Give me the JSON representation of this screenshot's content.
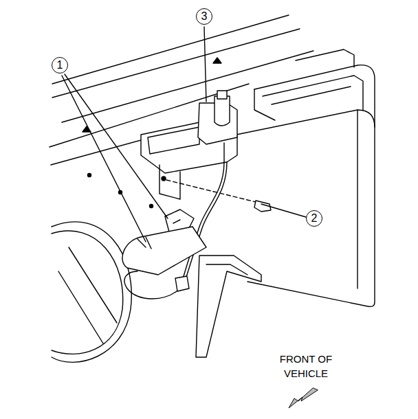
{
  "diagram": {
    "labels": [
      "3",
      "1",
      "2",
      "FRONT OF VEHICLE"
    ]
  }
}
